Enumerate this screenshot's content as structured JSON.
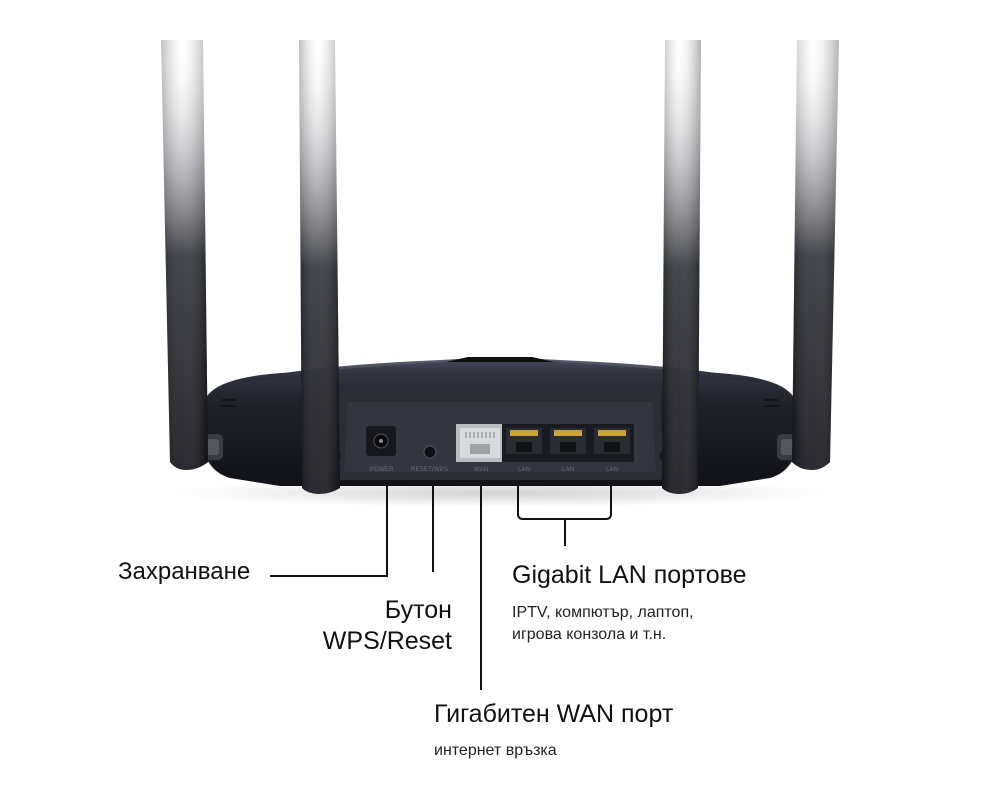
{
  "callouts": {
    "power": {
      "title": "Захранване"
    },
    "wps_reset": {
      "line1": "Бутон",
      "line2": "WPS/Reset"
    },
    "lan": {
      "title": "Gigabit LAN портове",
      "description_line1": "IPTV, компютър, лаптоп,",
      "description_line2": "игрова конзола и т.н."
    },
    "wan": {
      "title": "Гигабитен WAN порт",
      "description": "интернет връзка"
    }
  },
  "panel_print": {
    "power": "POWER",
    "reset_wps": "RESET/WPS",
    "wan": "WAN",
    "lan1": "LAN",
    "lan2": "LAN",
    "lan3": "LAN"
  },
  "colors": {
    "router_body": "#1b1d26",
    "panel": "#2a2c33",
    "wan_port": "#b9bcc0",
    "lan_port": "#c9a23a",
    "leader_line": "#111111"
  }
}
